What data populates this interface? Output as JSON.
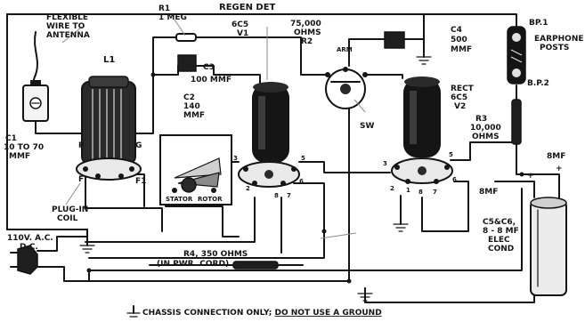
{
  "labels": {
    "flexible_wire": [
      "FLEXIBLE",
      "WIRE TO",
      "ANTENNA"
    ],
    "r1": [
      "R1",
      "1 MEG"
    ],
    "regen_det": "REGEN DET",
    "tube_v1": [
      "6C5",
      "V1"
    ],
    "r2": [
      "75,000",
      "OHMS",
      "R2"
    ],
    "arm": "ARM",
    "c4": [
      "C4",
      "500",
      "MMF"
    ],
    "bp1": "BP.1",
    "earphone_posts": [
      "EARPHONE",
      "POSTS"
    ],
    "bp2": "B.P.2",
    "l1": "L1",
    "c3": [
      "C3",
      "100 MMF"
    ],
    "c2": [
      "C2",
      "140",
      "MMF"
    ],
    "rect": [
      "RECT",
      "6C5",
      "V2"
    ],
    "r3": [
      "R3",
      "10,000",
      "OHMS"
    ],
    "c1": [
      "C1",
      "10 TO 70",
      "MMF"
    ],
    "p": "P",
    "g": "G",
    "f": "F",
    "f1": "F1",
    "plug_in_coil": [
      "PLUG-IN",
      "COIL"
    ],
    "stator": "STATOR",
    "rotor": "ROTOR",
    "sw": "SW",
    "pin_3_v1": "3",
    "pin_5_v1": "5",
    "pin_2_v1": "2",
    "pin_6_v1": "6",
    "pin_8_v1": "8",
    "pin_7_v1": "7",
    "pin_3_v2": "3",
    "pin_5_v2": "5",
    "pin_2_v2": "2",
    "pin_1_v2": "1",
    "pin_8_v2": "8",
    "pin_7_v2": "7",
    "pin_6_v2": "6",
    "eight_mf_top": "8MF",
    "plus_top": "+",
    "eight_mf_mid": "8MF",
    "plus_mid": "+",
    "c5c6": [
      "C5&C6,",
      "8 - 8 MF",
      "ELEC",
      "COND"
    ],
    "ac_dc": [
      "110V. A.C.",
      "D.C."
    ],
    "r4": [
      "R4, 350 OHMS",
      "(IN PWR. CORD)"
    ],
    "footnote_a": "CHASSIS CONNECTION ONLY; ",
    "footnote_b": "DO NOT USE A GROUND"
  }
}
